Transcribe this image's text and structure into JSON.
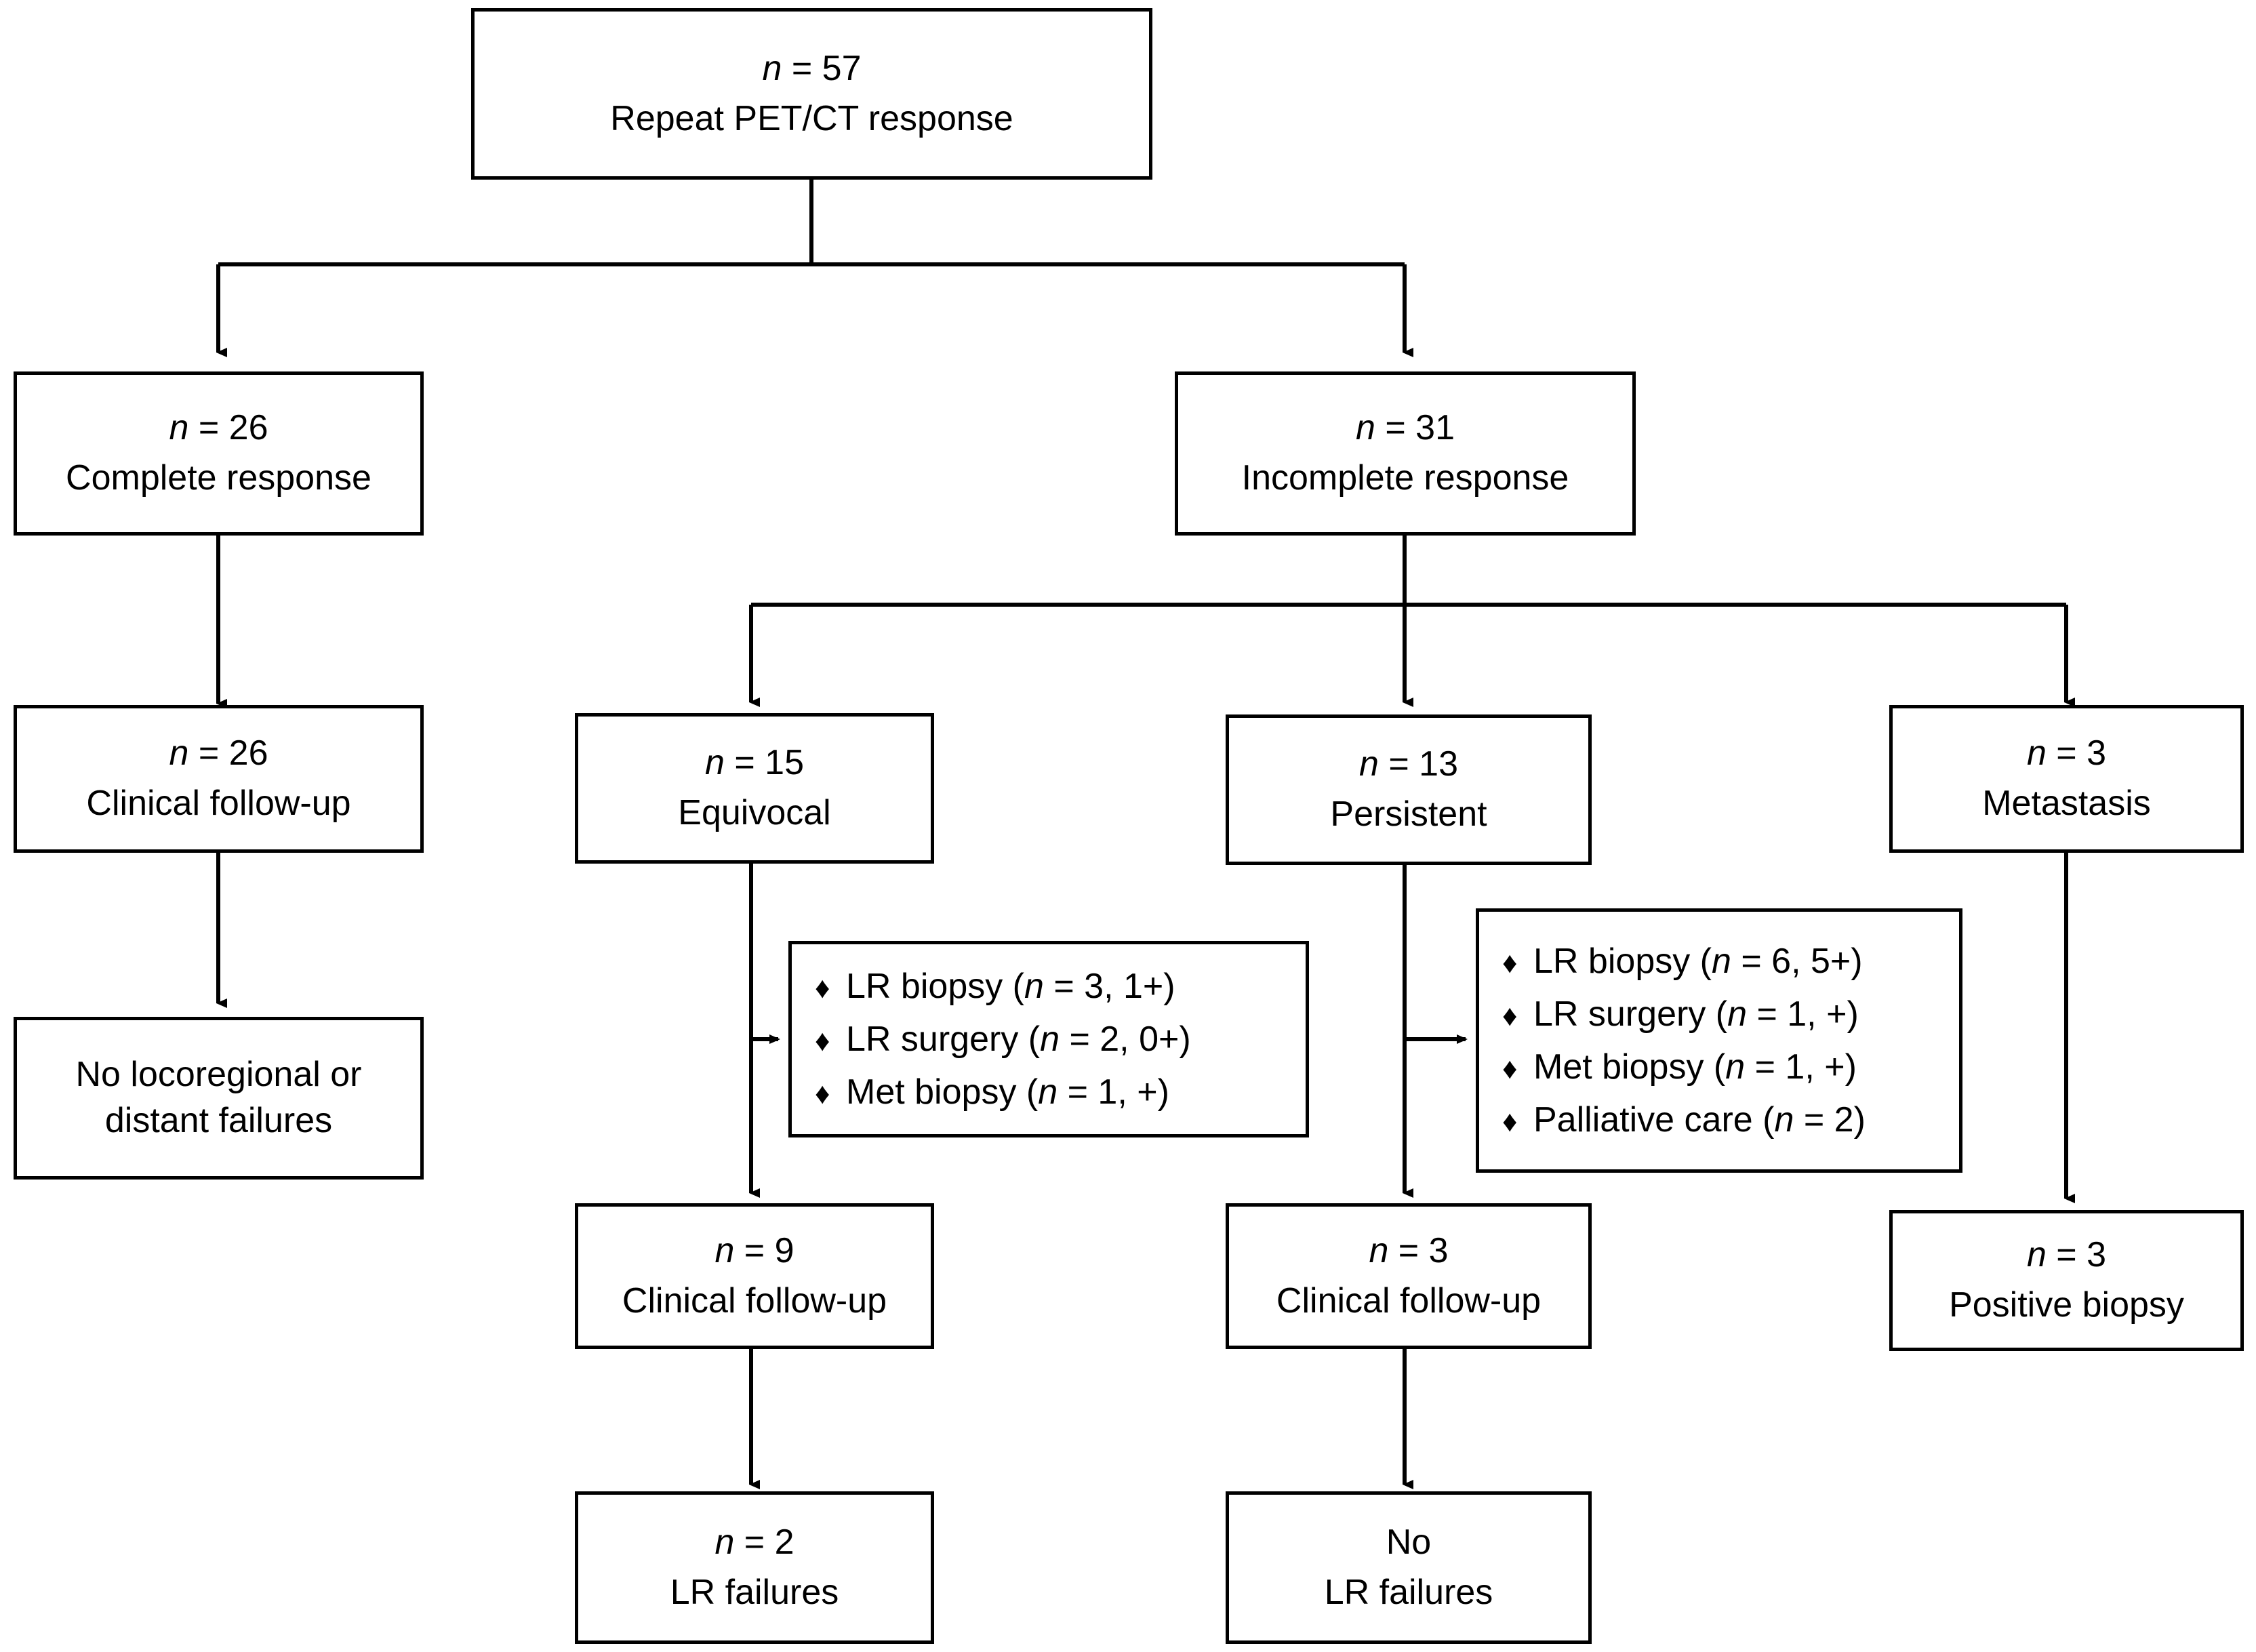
{
  "figure": {
    "type": "flowchart",
    "orientation": "top-down",
    "bullet_glyph": "♦"
  },
  "nodes": {
    "root": {
      "line1_prefix": "n",
      "line1": "n = 57",
      "line2": "Repeat PET/CT response"
    },
    "complete_response": {
      "line1": "n = 26",
      "line2": "Complete response"
    },
    "incomplete_response": {
      "line1": "n = 31",
      "line2": "Incomplete response"
    },
    "cr_followup": {
      "line1": "n = 26",
      "line2": "Clinical follow-up"
    },
    "equivocal": {
      "line1": "n = 15",
      "line2": "Equivocal"
    },
    "persistent": {
      "line1": "n = 13",
      "line2": "Persistent"
    },
    "metastasis": {
      "line1": "n = 3",
      "line2": "Metastasis"
    },
    "no_failures": {
      "line1": "No locoregional or",
      "line2": "distant failures"
    },
    "equivocal_followup": {
      "line1": "n = 9",
      "line2": "Clinical follow-up"
    },
    "persistent_followup": {
      "line1": "n = 3",
      "line2": "Clinical follow-up"
    },
    "positive_biopsy": {
      "line1": "n = 3",
      "line2": "Positive biopsy"
    },
    "equivocal_lr_failures": {
      "line1": "n = 2",
      "line2": "LR failures"
    },
    "persistent_lr_failures": {
      "line1": "No",
      "line2": "LR failures"
    }
  },
  "lists": {
    "equivocal_workup": {
      "items": [
        "LR biopsy (n = 3, 1+)",
        "LR surgery (n = 2, 0+)",
        "Met biopsy (n = 1, +)"
      ]
    },
    "persistent_workup": {
      "items": [
        "LR biopsy (n = 6, 5+)",
        "LR surgery (n = 1, +)",
        "Met biopsy (n = 1, +)",
        "Palliative care (n = 2)"
      ]
    }
  },
  "colors": {
    "stroke": "#000000",
    "fill": "#ffffff",
    "text": "#000000"
  }
}
